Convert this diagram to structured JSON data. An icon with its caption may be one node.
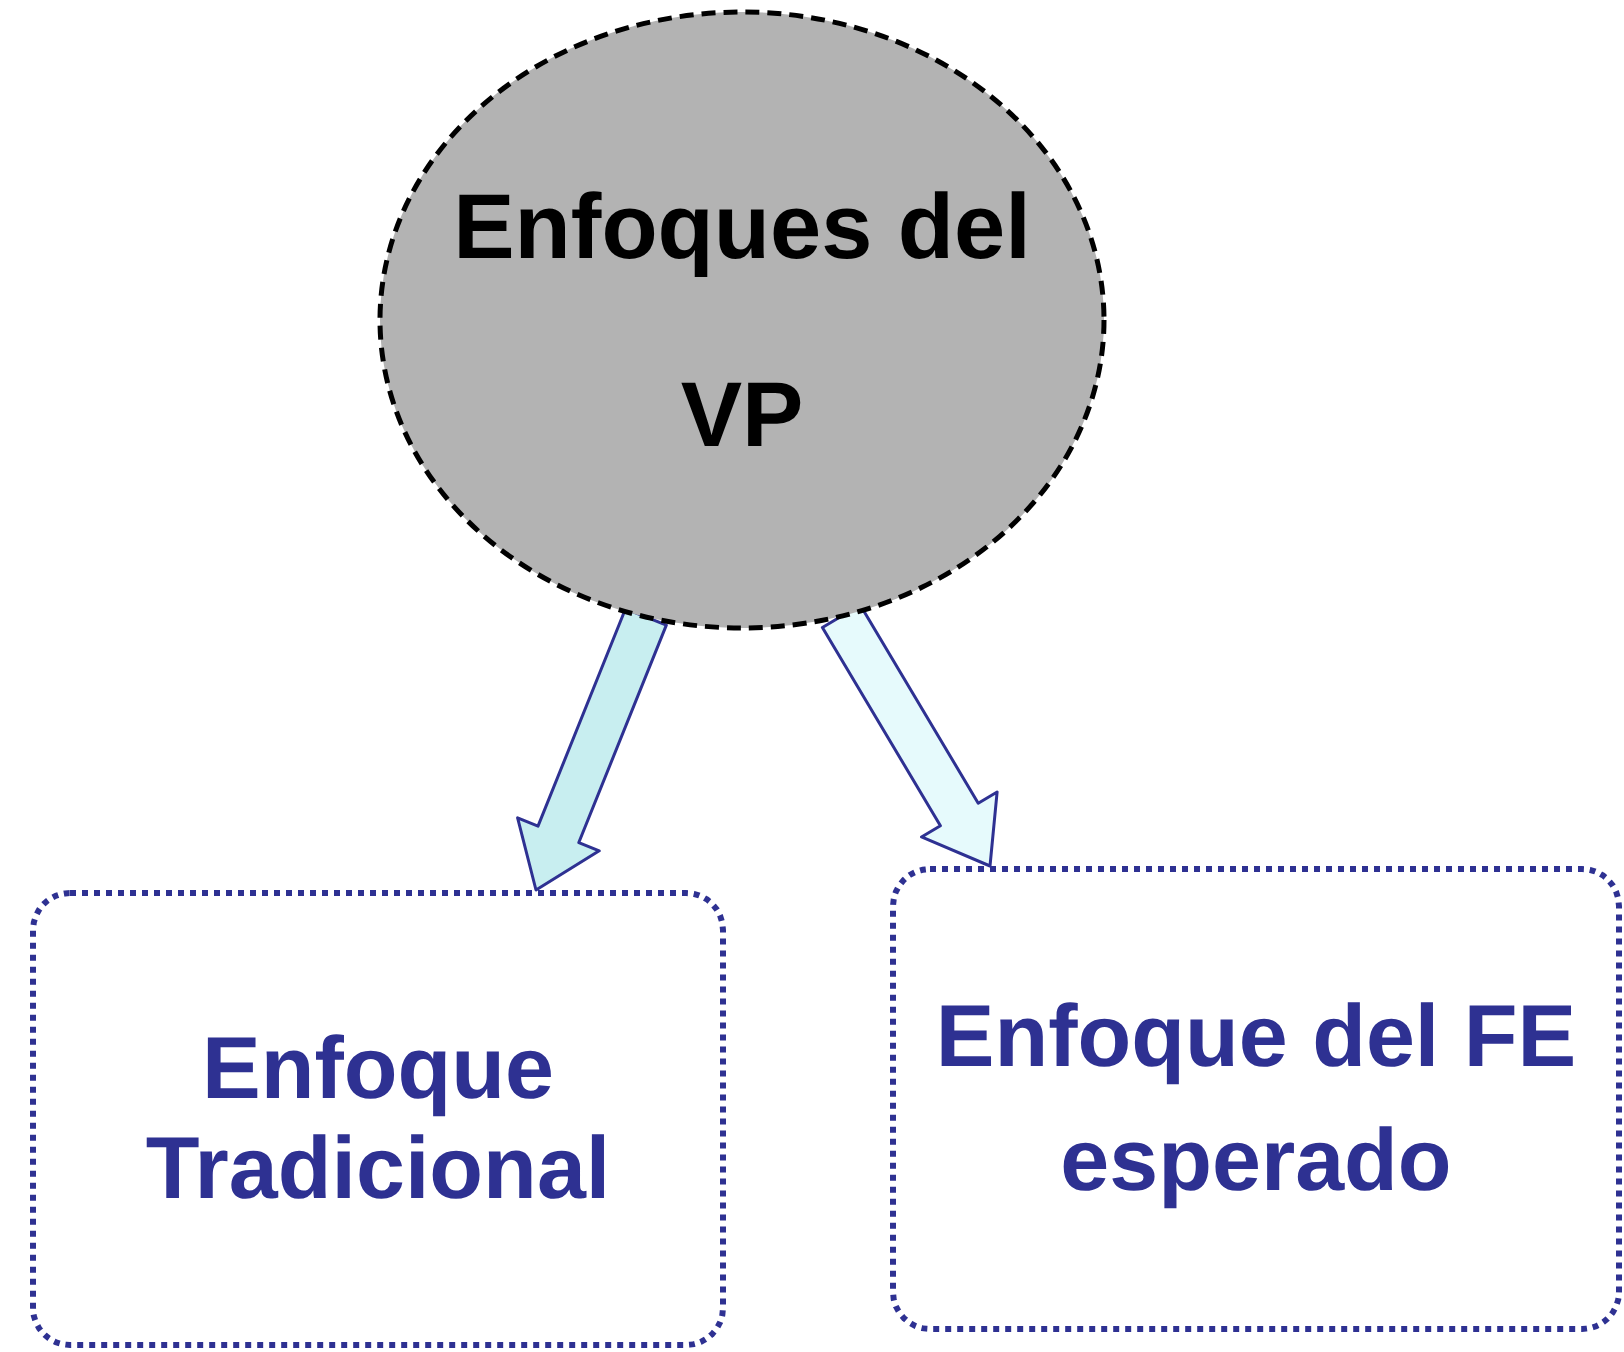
{
  "diagram": {
    "nodes": [
      {
        "text": [
          "Enfoques del VP"
        ]
      },
      {
        "text": [
          "Enfoque Tradicional"
        ]
      },
      {
        "text": [
          "Enfoque del FE esperado"
        ]
      }
    ],
    "edges": [
      {
        "from": 0,
        "to": 1,
        "arrow": "to",
        "color": "#c8eef0"
      },
      {
        "from": 0,
        "to": 2,
        "arrow": "to",
        "color": "#e6fafc"
      }
    ]
  }
}
